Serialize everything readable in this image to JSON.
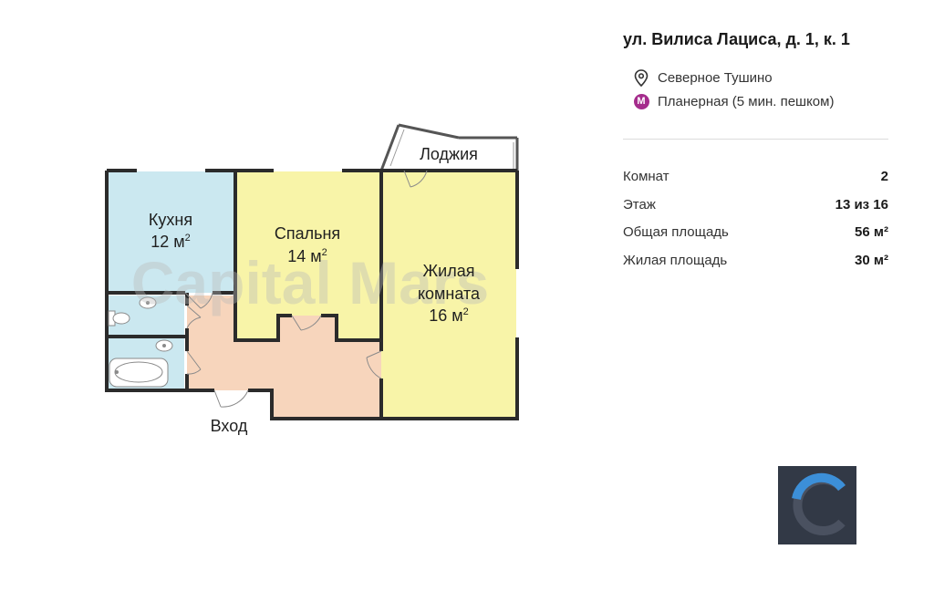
{
  "listing": {
    "address": "ул. Вилиса Лациса, д. 1, к. 1",
    "district": {
      "icon": "location-pin-icon",
      "text": "Северное Тушино"
    },
    "metro": {
      "icon": "metro-icon",
      "badge": "М",
      "text": "Планерная (5 мин. пешком)",
      "color": "#a52c8c"
    },
    "properties": [
      {
        "label": "Комнат",
        "value": "2"
      },
      {
        "label": "Этаж",
        "value": "13 из 16"
      },
      {
        "label": "Общая площадь",
        "value": "56 м²"
      },
      {
        "label": "Жилая площадь",
        "value": "30 м²"
      }
    ]
  },
  "floorplan": {
    "watermark": "Capital Mars",
    "rooms": {
      "kitchen": {
        "name": "Кухня",
        "area": "12 м",
        "sup": "2",
        "color": "#cbe8f0"
      },
      "bedroom": {
        "name": "Спальня",
        "area": "14 м",
        "sup": "2",
        "color": "#f8f4a8"
      },
      "living": {
        "name_line1": "Жилая",
        "name_line2": "комната",
        "area": "16 м",
        "sup": "2",
        "color": "#f8f4a8"
      },
      "loggia": {
        "name": "Лоджия"
      },
      "hallway": {
        "color": "#f7d5bc"
      },
      "bath": {
        "color": "#cbe8f0"
      }
    },
    "entrance_label": "Вход"
  },
  "brand": {
    "logo_icon": "capital-mars-logo-icon",
    "bg": "#323946",
    "accent": "#3c8fd8"
  }
}
